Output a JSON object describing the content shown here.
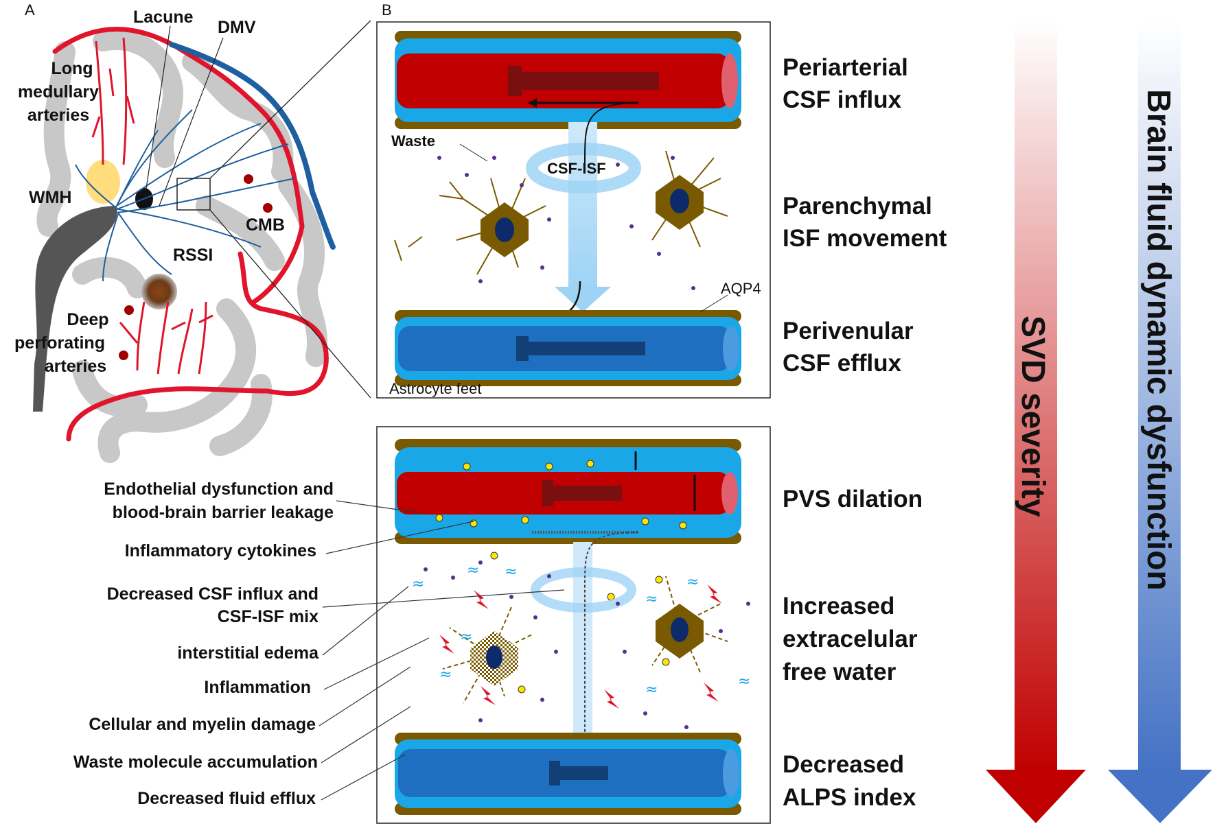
{
  "panels": {
    "a": "A",
    "b": "B"
  },
  "panel_a_labels": {
    "lacune": "Lacune",
    "dmv": "DMV",
    "long_medullary": [
      "Long",
      "medullary",
      "arteries"
    ],
    "wmh": "WMH",
    "cmb": "CMB",
    "rssi": "RSSI",
    "deep_perforating": [
      "Deep",
      "perforating",
      "arteries"
    ]
  },
  "panel_b_top_labels": {
    "waste": "Waste",
    "csf_isf": "CSF-ISF",
    "aqp4": "AQP4",
    "astrocyte_feet": "Astrocyte feet"
  },
  "right_labels": {
    "periarterial": [
      "Periarterial",
      "CSF influx"
    ],
    "parenchymal": [
      "Parenchymal",
      "ISF movement"
    ],
    "perivenular": [
      "Perivenular",
      "CSF efflux"
    ],
    "pvs": [
      "PVS dilation"
    ],
    "free_water": [
      "Increased",
      "extracelular",
      "free water"
    ],
    "alps": [
      "Decreased",
      "ALPS index"
    ]
  },
  "left_labels": {
    "endothelial": [
      "Endothelial dysfunction and",
      "blood-brain barrier leakage"
    ],
    "cytokines": [
      "Inflammatory cytokines"
    ],
    "csf_mix": [
      "Decreased CSF influx and",
      "CSF-ISF mix"
    ],
    "edema": [
      "interstitial edema"
    ],
    "inflammation": [
      "Inflammation"
    ],
    "damage": [
      "Cellular and myelin damage"
    ],
    "waste_acc": [
      "Waste molecule accumulation"
    ],
    "efflux": [
      "Decreased fluid efflux"
    ]
  },
  "arrows": {
    "svd": "SVD severity",
    "brain_fluid": "Brain fluid dynamic dysfunction"
  },
  "colors": {
    "artery": "#c00000",
    "vein": "#1f6fc0",
    "pvs_fluid": "#1aa7e8",
    "astrocyte": "#7a5a00",
    "waste": "#5a2d91",
    "svd_arrow": "#c00000",
    "fluid_arrow": "#4472c4"
  }
}
